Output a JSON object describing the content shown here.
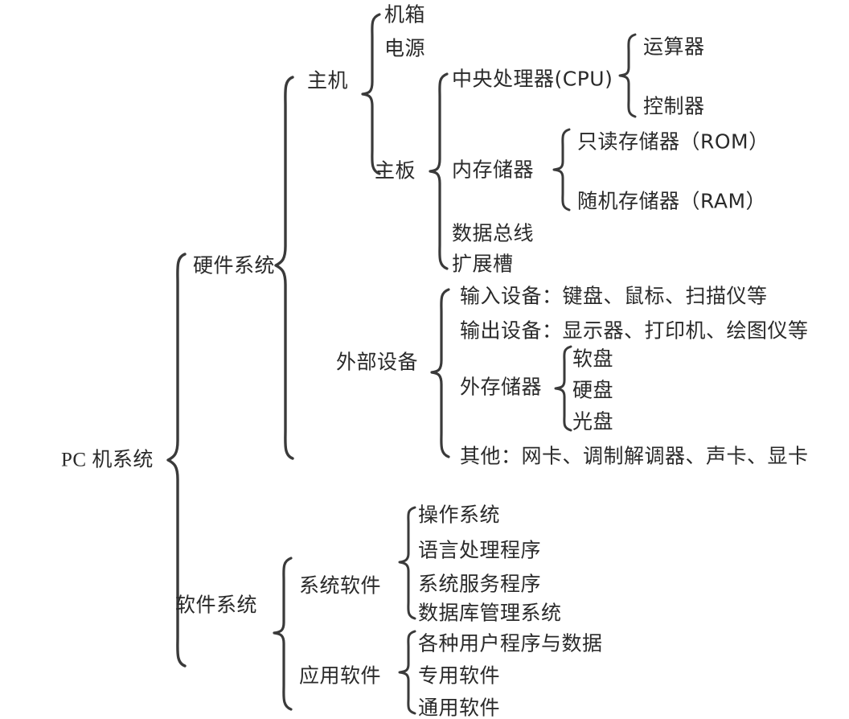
{
  "diagram": {
    "title": "PC 机系统",
    "root_label": "PC 机系统",
    "branches": {
      "hardware": "硬件系统",
      "software": "软件系统"
    },
    "hardware": {
      "host": "主机",
      "host_children": {
        "chassis": "机箱",
        "power": "电源",
        "mainboard": "主板"
      },
      "mainboard_children": {
        "cpu": "中央处理器(CPU)",
        "memory": "内存储器",
        "databus": "数据总线",
        "slot": "扩展槽"
      },
      "cpu_children": {
        "alu": "运算器",
        "controller": "控制器"
      },
      "memory_children": {
        "rom": "只读存储器（ROM）",
        "ram": "随机存储器（RAM）"
      },
      "peripheral": "外部设备",
      "peripheral_children": {
        "input": "输入设备：键盘、鼠标、扫描仪等",
        "output": "输出设备：显示器、打印机、绘图仪等",
        "storage": "外存储器",
        "other": "其他：网卡、调制解调器、声卡、显卡"
      },
      "storage_children": {
        "floppy": "软盘",
        "hdd": "硬盘",
        "optical": "光盘"
      }
    },
    "software": {
      "system_software": "系统软件",
      "system_software_children": {
        "os": "操作系统",
        "lang": "语言处理程序",
        "service": "系统服务程序",
        "db": "数据库管理系统"
      },
      "app_software": "应用软件",
      "app_software_children": {
        "userprog": "各种用户程序与数据",
        "special": "专用软件",
        "general": "通用软件"
      }
    }
  },
  "style": {
    "stroke_color": "#3a3a3a",
    "text_color": "#2a2a2a",
    "background": "#ffffff"
  }
}
